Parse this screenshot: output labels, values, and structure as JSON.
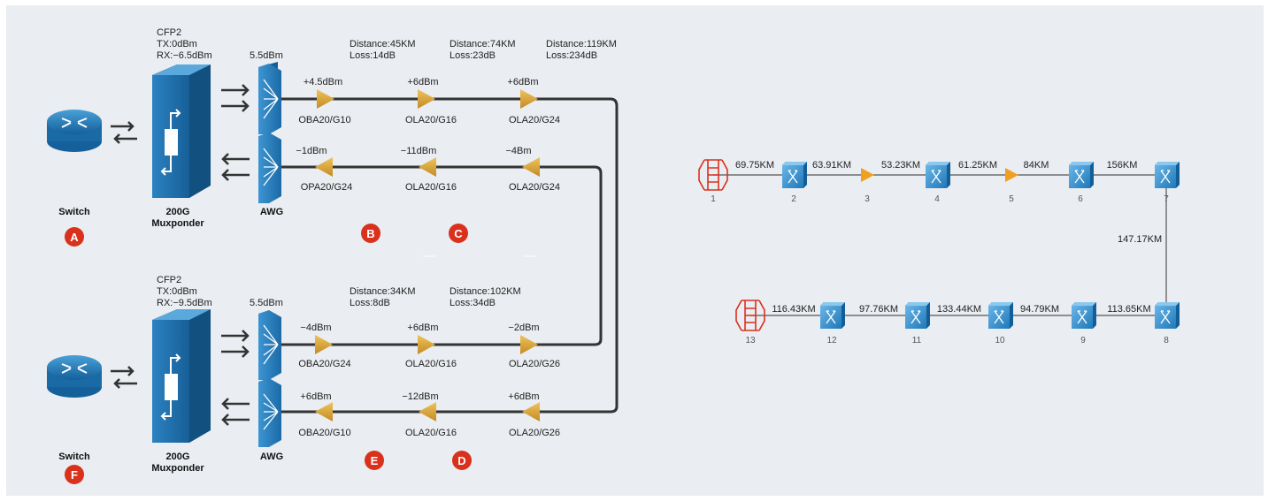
{
  "colors": {
    "panel_bg": "#eaedf1",
    "device_blue": "#1d6fa8",
    "amp_gold": "#d9a53a",
    "amp_orange": "#f0a020",
    "terminal_red": "#d8321e",
    "badge_red": "#d9311c",
    "fiber": "#333333"
  },
  "left": {
    "top": {
      "cfp2": [
        "CFP2",
        "TX:0dBm",
        "RX:−6.5dBm"
      ],
      "awg_power": "5.5dBm",
      "spans": [
        [
          "Distance:45KM",
          "Loss:14dB"
        ],
        [
          "Distance:74KM",
          "Loss:23dB"
        ],
        [
          "Distance:119KM",
          "Loss:234dB"
        ]
      ],
      "tx_powers": [
        "+4.5dBm",
        "+6dBm",
        "+6dBm"
      ],
      "tx_models": [
        "OBA20/G10",
        "OLA20/G16",
        "OLA20/G24"
      ],
      "rx_powers": [
        "−1dBm",
        "−11dBm",
        "−4Bm"
      ],
      "rx_models": [
        "OPA20/G24",
        "OLA20/G16",
        "OLA20/G24"
      ],
      "switch_label": "Switch",
      "mux_label": [
        "200G",
        "Muxponder"
      ],
      "awg_label": "AWG",
      "badge_switch": "A",
      "badges": [
        "B",
        "C"
      ]
    },
    "bottom": {
      "cfp2": [
        "CFP2",
        "TX:0dBm",
        "RX:−9.5dBm"
      ],
      "awg_power": "5.5dBm",
      "spans": [
        [
          "Distance:34KM",
          "Loss:8dB"
        ],
        [
          "Distance:102KM",
          "Loss:34dB"
        ]
      ],
      "tx_powers": [
        "−4dBm",
        "+6dBm",
        "−2dBm"
      ],
      "tx_models": [
        "OBA20/G24",
        "OLA20/G16",
        "OLA20/G26"
      ],
      "rx_powers": [
        "+6dBm",
        "−12dBm",
        "+6dBm"
      ],
      "rx_models": [
        "OBA20/G10",
        "OLA20/G16",
        "OLA20/G26"
      ],
      "switch_label": "Switch",
      "mux_label": [
        "200G",
        "Muxponder"
      ],
      "awg_label": "AWG",
      "badge_switch": "F",
      "badges": [
        "E",
        "D"
      ]
    }
  },
  "right": {
    "nodes": [
      {
        "id": "1",
        "type": "terminal"
      },
      {
        "id": "2",
        "type": "roadm"
      },
      {
        "id": "3",
        "type": "amplifier"
      },
      {
        "id": "4",
        "type": "roadm"
      },
      {
        "id": "5",
        "type": "amplifier"
      },
      {
        "id": "6",
        "type": "roadm"
      },
      {
        "id": "7",
        "type": "roadm"
      },
      {
        "id": "8",
        "type": "roadm"
      },
      {
        "id": "9",
        "type": "roadm"
      },
      {
        "id": "10",
        "type": "roadm"
      },
      {
        "id": "11",
        "type": "roadm"
      },
      {
        "id": "12",
        "type": "roadm"
      },
      {
        "id": "13",
        "type": "terminal"
      }
    ],
    "links": [
      "69.75KM",
      "63.91KM",
      "53.23KM",
      "61.25KM",
      "84KM",
      "156KM",
      "147.17KM",
      "113.65KM",
      "94.79KM",
      "133.44KM",
      "97.76KM",
      "116.43KM"
    ]
  }
}
